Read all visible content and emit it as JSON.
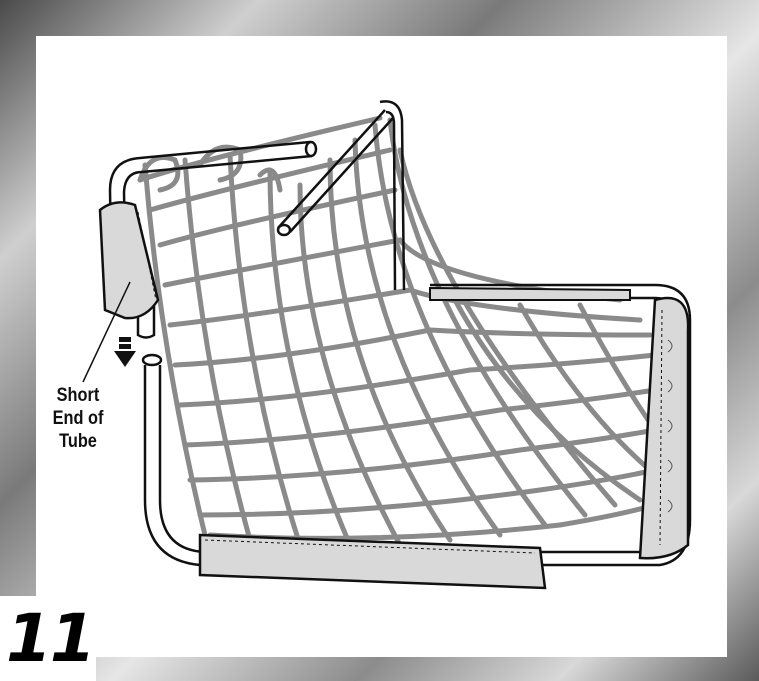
{
  "callout": {
    "lines": [
      "Short",
      "End of",
      "Tube"
    ]
  },
  "step": {
    "number": "11"
  },
  "icons": {
    "arrow": "down-arrow-icon"
  },
  "colors": {
    "frame_dark": "#4a4a4a",
    "frame_light": "#e6e6e6",
    "net": "#8a8a8a",
    "pad": "#d9d9d9",
    "outline": "#111111"
  }
}
